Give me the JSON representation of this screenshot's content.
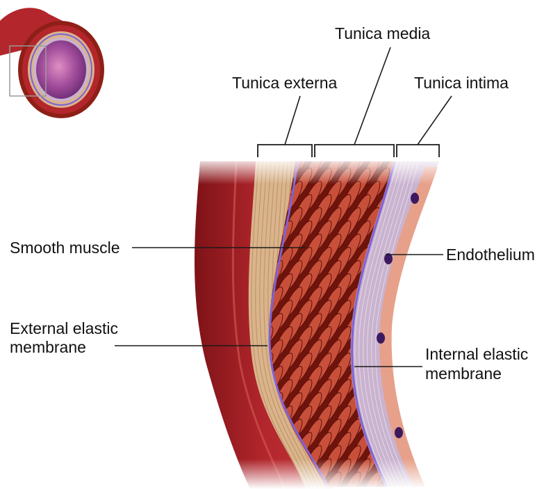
{
  "labels": {
    "tunica_media": "Tunica media",
    "tunica_externa": "Tunica externa",
    "tunica_intima": "Tunica intima",
    "smooth_muscle": "Smooth muscle",
    "endothelium": "Endothelium",
    "external_elastic_line1": "External elastic",
    "external_elastic_line2": "membrane",
    "internal_elastic_line1": "Internal elastic",
    "internal_elastic_line2": "membrane"
  },
  "colors": {
    "outer_wall": "#b2262c",
    "outer_wall_dark": "#7e1317",
    "externa": "#d9b48c",
    "externa_fiber": "#b08150",
    "media": "#8e1f16",
    "muscle_cell": "#c8503a",
    "muscle_cell_dark": "#5e1009",
    "elastic": "#7d63d6",
    "intima": "#c9b3cf",
    "endothelium": "#e7a08a",
    "nucleus": "#3d1a60",
    "lumen": "#a34e9c"
  }
}
